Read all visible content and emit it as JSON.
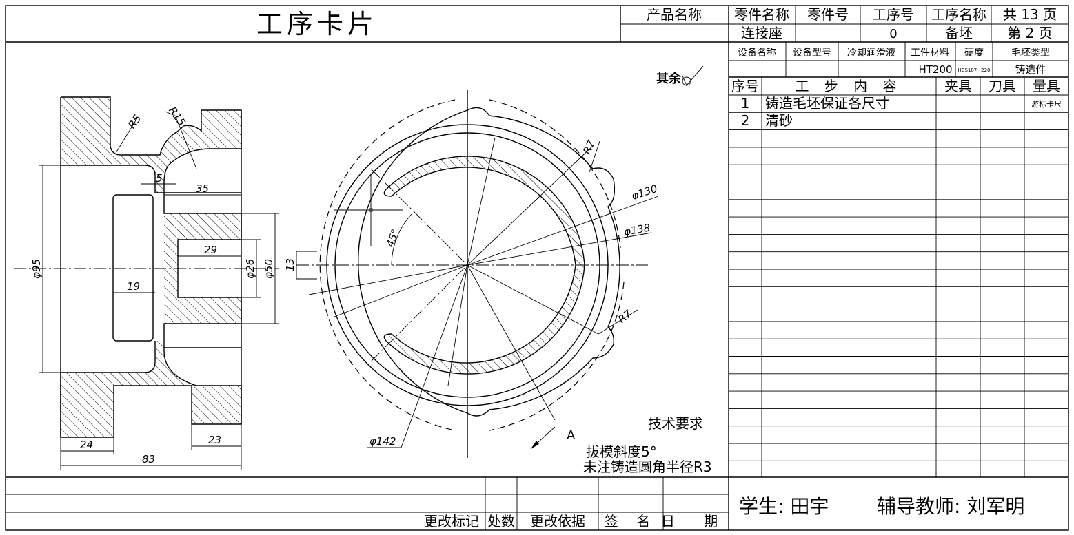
{
  "title_block": {
    "card_title": "工序卡片",
    "product_name_label": "产品名称",
    "part_name_label": "零件名称",
    "part_no_label": "零件号",
    "op_no_label": "工序号",
    "op_name_label": "工序名称",
    "total_label": "共 13 页",
    "part_name_value": "连接座",
    "op_no_value": "0",
    "op_name_value": "备坯",
    "page_label": "第 2 页",
    "equip_name_label": "设备名称",
    "equip_model_label": "设备型号",
    "coolant_label": "冷却润滑液",
    "material_label": "工件材料",
    "hardness_label": "硬度",
    "blank_type_label": "毛坯类型",
    "material_value": "HT200",
    "hardness_value": "HBS187~220",
    "blank_type_value": "铸造件"
  },
  "steps_table": {
    "headers": {
      "no": "序号",
      "content": "工 步 内 容",
      "fixture": "夹具",
      "tool": "刀具",
      "gauge": "量具"
    },
    "rows": [
      {
        "no": "1",
        "content": "铸造毛坯保证各尺寸",
        "gauge": "游标卡尺"
      },
      {
        "no": "2",
        "content": "清砂",
        "gauge": ""
      }
    ]
  },
  "revision_block": {
    "mark_label": "更改标记",
    "count_label": "处数",
    "basis_label": "更改依据",
    "sign_label": "签 名",
    "date_label": "日 期"
  },
  "signature": {
    "student": "学生: 田宇",
    "teacher": "辅导教师: 刘军明"
  },
  "drawing": {
    "roughness_note": "其余",
    "tech_req_title": "技术要求",
    "tech_req_1": "拔模斜度5°",
    "tech_req_2": "未注铸造圆角半径R3",
    "section_mark": "A",
    "dims": {
      "r5": "R5",
      "r15": "R15",
      "d5": "5",
      "d35": "35",
      "d29": "29",
      "d19": "19",
      "d95": "φ95",
      "d26": "φ26",
      "d50": "φ50",
      "d24": "24",
      "d23": "23",
      "d83": "83",
      "d13": "13",
      "ang45": "45°",
      "r7a": "R7",
      "r7b": "R7",
      "d130": "φ130",
      "d138": "φ138",
      "d142": "φ142"
    }
  }
}
